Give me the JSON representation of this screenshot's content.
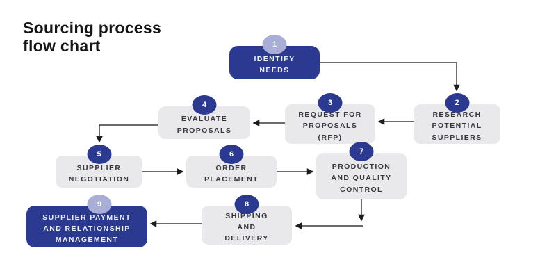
{
  "title": {
    "lines": [
      "Sourcing process",
      "flow chart"
    ]
  },
  "colors": {
    "navy": "#2b3990",
    "lavender_badge": "#a9aed6",
    "gray_box": "#e9e9ec",
    "label_text": "#37373d",
    "primary_label_text": "#eef0fa",
    "arrow": "#3c3c3c",
    "background": "#ffffff"
  },
  "steps": [
    {
      "number": "1",
      "label": [
        "IDENTIFY",
        "NEEDS"
      ],
      "variant": "primary"
    },
    {
      "number": "2",
      "label": [
        "RESEARCH",
        "POTENTIAL",
        "SUPPLIERS"
      ],
      "variant": "secondary"
    },
    {
      "number": "3",
      "label": [
        "REQUEST FOR",
        "PROPOSALS",
        "(RFP)"
      ],
      "variant": "secondary"
    },
    {
      "number": "4",
      "label": [
        "EVALUATE",
        "PROPOSALS"
      ],
      "variant": "secondary"
    },
    {
      "number": "5",
      "label": [
        "SUPPLIER",
        "NEGOTIATION"
      ],
      "variant": "secondary"
    },
    {
      "number": "6",
      "label": [
        "ORDER",
        "PLACEMENT"
      ],
      "variant": "secondary"
    },
    {
      "number": "7",
      "label": [
        "PRODUCTION",
        "AND QUALITY",
        "CONTROL"
      ],
      "variant": "secondary"
    },
    {
      "number": "8",
      "label": [
        "SHIPPING",
        "AND",
        "DELIVERY"
      ],
      "variant": "secondary"
    },
    {
      "number": "9",
      "label": [
        "SUPPLIER PAYMENT",
        "AND RELATIONSHIP",
        "MANAGEMENT"
      ],
      "variant": "primary"
    }
  ],
  "connections": [
    {
      "from": "1",
      "to": "2"
    },
    {
      "from": "2",
      "to": "3"
    },
    {
      "from": "3",
      "to": "4"
    },
    {
      "from": "4",
      "to": "5"
    },
    {
      "from": "5",
      "to": "6"
    },
    {
      "from": "6",
      "to": "7"
    },
    {
      "from": "7",
      "to": "8"
    },
    {
      "from": "8",
      "to": "9"
    }
  ]
}
